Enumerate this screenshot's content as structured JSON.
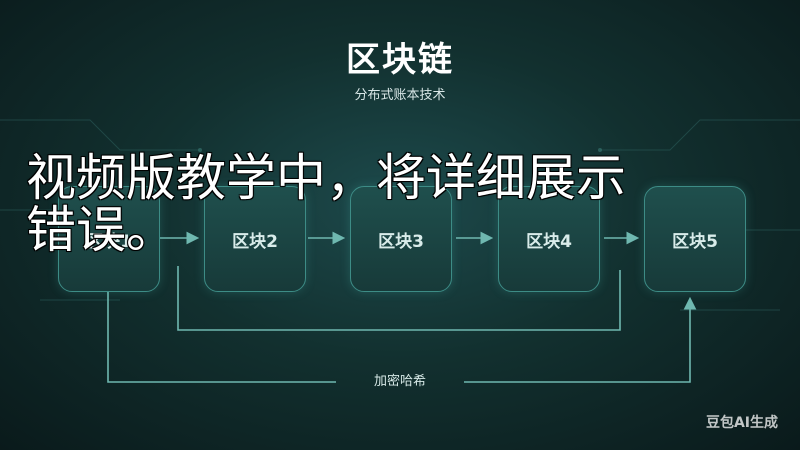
{
  "header": {
    "title": "区块链",
    "subtitle": "分布式账本技术"
  },
  "chain": {
    "blocks": [
      "区块1",
      "区块2",
      "区块3",
      "区块4",
      "区块5"
    ],
    "hash_label": "加密哈希"
  },
  "overlay": {
    "line1": "视频版教学中，将详细展示",
    "line2": "错误。"
  },
  "watermark": "豆包AI生成",
  "colors": {
    "accent": "#3d8c86",
    "background": "#12302f"
  }
}
